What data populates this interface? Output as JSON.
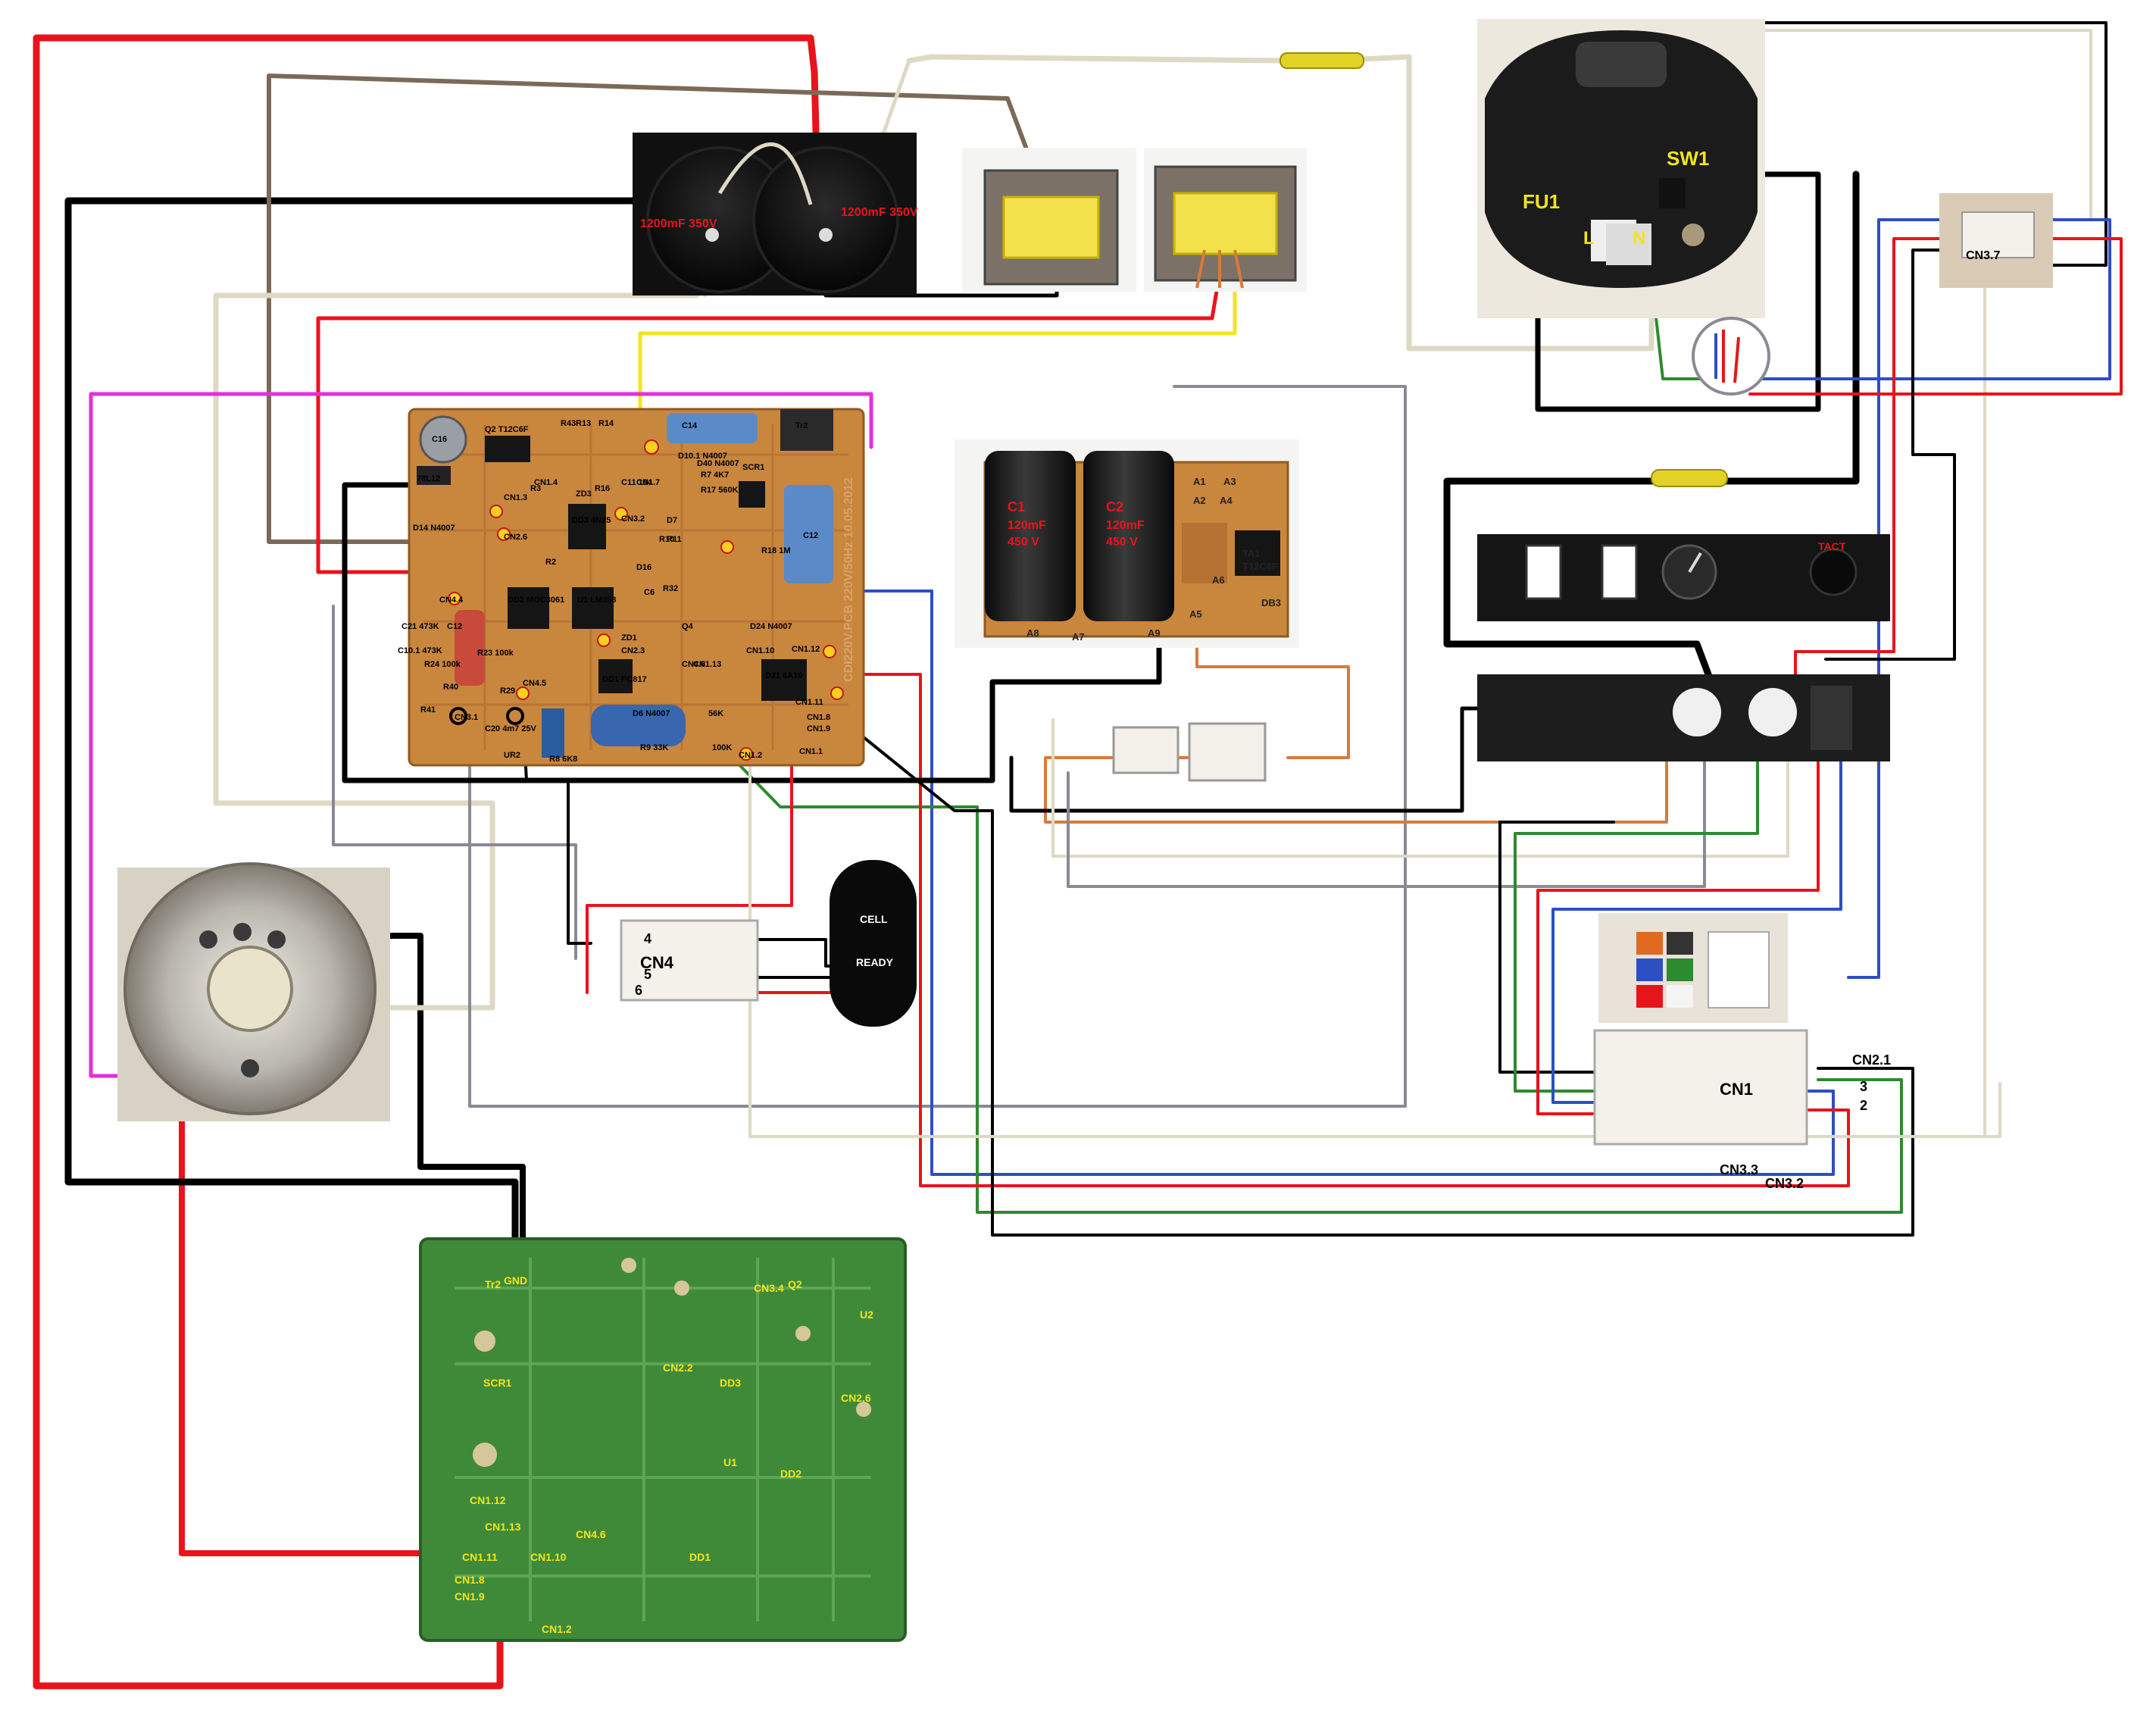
{
  "title": "",
  "colors": {
    "red": "#e8141b",
    "black": "#000000",
    "white_wire": "#ddd9c4",
    "brown": "#7b6a58",
    "yellow": "#f4e41c",
    "magenta": "#e52fd8",
    "blue": "#2d4fc4",
    "green": "#2e8a2e",
    "orange": "#d87a3a",
    "gray": "#8a8a95",
    "pcb_tan": "#c9863d",
    "pcb_green": "#3f8a38"
  },
  "main_pcb": {
    "refs": [
      "Q2 T12C6F",
      "C16",
      "78L12",
      "D14 N4007",
      "CN1.3",
      "CN1.4",
      "CN2.6",
      "R3",
      "R2",
      "R13",
      "R14",
      "R16",
      "R43",
      "ZD3",
      "DD3 4N25",
      "CN3.2",
      "C14",
      "D10.1 N4007",
      "D40 N4007",
      "R7 4K7",
      "C11 104",
      "CN1.7",
      "R17 560K",
      "SCR1",
      "R18 1M",
      "C12",
      "Tr2",
      "R11",
      "D7",
      "R10",
      "D16",
      "C6",
      "R32",
      "DD2 MOC3061",
      "U1 LM358",
      "CN4.4",
      "C21 473K",
      "C12",
      "C10.1 473K",
      "R23 100k",
      "R24 100k",
      "D24 N4007",
      "ZD1",
      "CN2.3",
      "CN1.10",
      "CN1.12",
      "CN4.6",
      "CN1.13",
      "DD1 PC817",
      "D21 6A10",
      "CN1.11",
      "CN1.8",
      "CN1.9",
      "R40",
      "R41",
      "CN3.1",
      "C20 4m7 25V",
      "CN4.5",
      "R29",
      "D6 N4007",
      "R9 33K",
      "UR2",
      "R8 6K8",
      "CN1.1",
      "56K",
      "100K",
      "CN1.2",
      "Q4"
    ],
    "board_text": "CDI220V.PCB 220V/50Hz 10.05.2012"
  },
  "caps_photo": {
    "left": "1200mF 350V",
    "right": "1200mF 350V"
  },
  "cap_board": {
    "c1": [
      "C1",
      "120mF",
      "450 V"
    ],
    "c2": [
      "C2",
      "120mF",
      "450 V"
    ],
    "labels": [
      "A1",
      "A3",
      "A2",
      "A4",
      "A8",
      "A7",
      "A9",
      "A5",
      "A6",
      "TA1",
      "T12C6F",
      "DB3"
    ]
  },
  "mains": {
    "fu": "FU1",
    "sw": "SW1",
    "l": "L",
    "n": "N",
    "cn37": "CN3.7"
  },
  "front_panel": {
    "tact": "TACT"
  },
  "cn4": {
    "name": "CN4",
    "pins": [
      "4",
      "5",
      "6"
    ]
  },
  "indicator": {
    "cell": "CELL",
    "ready": "READY"
  },
  "cn1": {
    "name": "CN1",
    "cn21": "CN2.1",
    "pin3": "3",
    "pin2": "2",
    "cn33": "CN3.3",
    "cn32": "CN3.2"
  },
  "green_pcb": {
    "labels": [
      "GND",
      "Tr2",
      "SCR1",
      "CN1.12",
      "CN1.13",
      "CN1.11",
      "CN1.10",
      "CN4.6",
      "CN1.8",
      "CN1.9",
      "CN1.2",
      "CN3.4",
      "Q2",
      "U1",
      "DD2",
      "DD1",
      "DD3",
      "CN2.2",
      "CN2.6",
      "U2"
    ]
  }
}
